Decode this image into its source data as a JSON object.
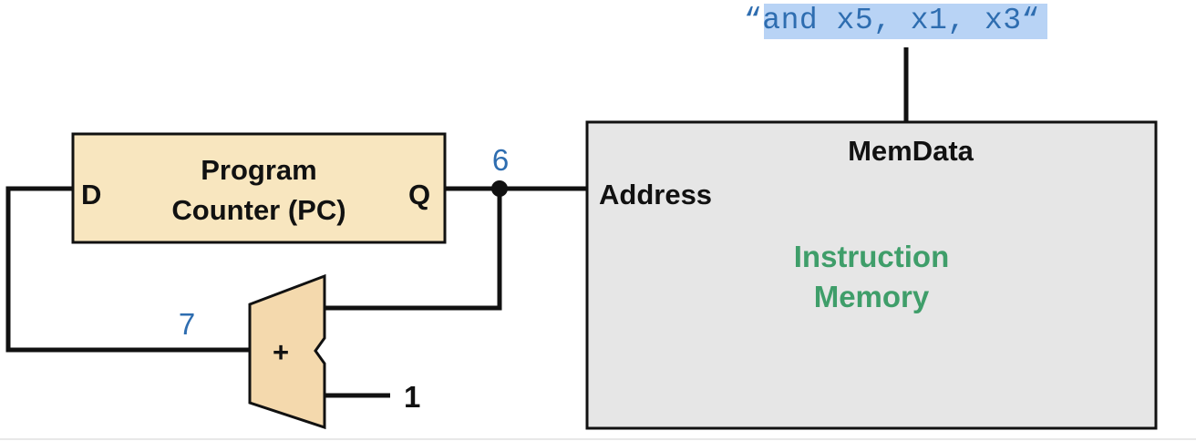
{
  "colors": {
    "pc_fill": "#f8e6bf",
    "adder_fill": "#f4d9ad",
    "memory_fill": "#e6e6e6",
    "wire": "#111111",
    "value_label": "#2e6db0",
    "memory_title": "#3f9e6a",
    "instruction_highlight": "#b8d3f5"
  },
  "instruction": {
    "text": "“and x5, x1, x3“"
  },
  "program_counter": {
    "title_line1": "Program",
    "title_line2": "Counter (PC)",
    "input_port": "D",
    "output_port": "Q"
  },
  "instruction_memory": {
    "title_line1": "Instruction",
    "title_line2": "Memory",
    "output_port": "MemData",
    "input_port": "Address"
  },
  "adder": {
    "symbol": "+"
  },
  "wire_values": {
    "pc_output": "6",
    "adder_output": "7",
    "constant_input": "1"
  }
}
